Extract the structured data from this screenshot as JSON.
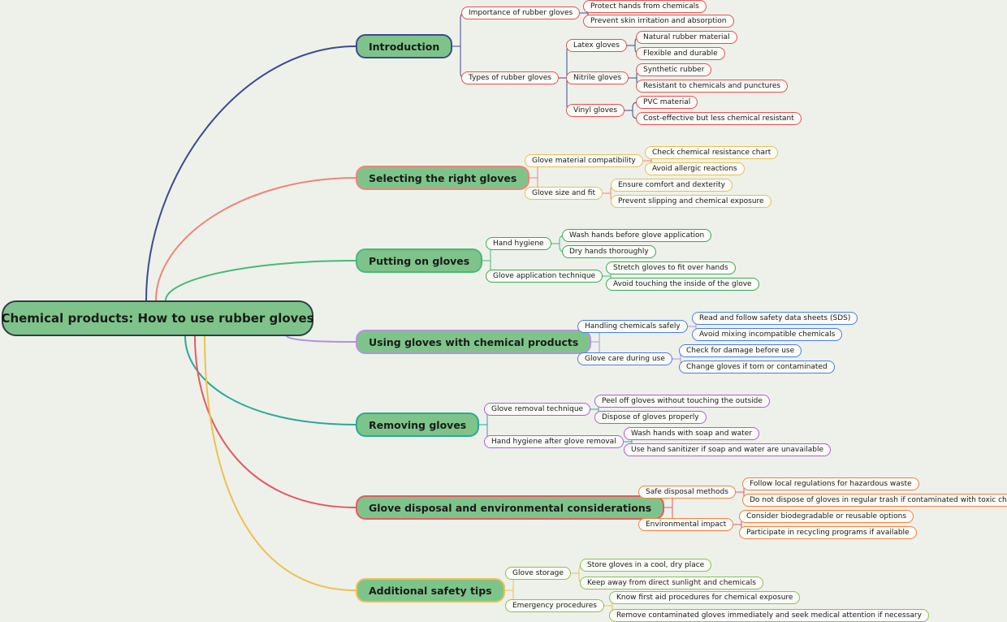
{
  "root": "Chemical products: How to use rubber gloves",
  "colors": {
    "background": "#edf1ea",
    "node_fill": "#7ec48a",
    "root_border": "#2f3d4a"
  },
  "branches": [
    {
      "label": "Introduction",
      "color": "#3d4a8f",
      "children": [
        {
          "label": "Importance of rubber gloves",
          "color": "#e35252",
          "children": [
            {
              "label": "Protect hands from chemicals"
            },
            {
              "label": "Prevent skin irritation and absorption"
            }
          ]
        },
        {
          "label": "Types of rubber gloves",
          "color": "#e35252",
          "children": [
            {
              "label": "Latex gloves",
              "children": [
                {
                  "label": "Natural rubber material"
                },
                {
                  "label": "Flexible and durable"
                }
              ]
            },
            {
              "label": "Nitrile gloves",
              "children": [
                {
                  "label": "Synthetic rubber"
                },
                {
                  "label": "Resistant to chemicals and punctures"
                }
              ]
            },
            {
              "label": "Vinyl gloves",
              "children": [
                {
                  "label": "PVC material"
                },
                {
                  "label": "Cost-effective but less chemical resistant"
                }
              ]
            }
          ]
        }
      ]
    },
    {
      "label": "Selecting the right gloves",
      "color": "#f0857a",
      "children": [
        {
          "label": "Glove material compatibility",
          "color": "#e8c050",
          "children": [
            {
              "label": "Check chemical resistance chart"
            },
            {
              "label": "Avoid allergic reactions"
            }
          ]
        },
        {
          "label": "Glove size and fit",
          "color": "#e8c050",
          "children": [
            {
              "label": "Ensure comfort and dexterity"
            },
            {
              "label": "Prevent slipping and chemical exposure"
            }
          ]
        }
      ]
    },
    {
      "label": "Putting on gloves",
      "color": "#48b878",
      "children": [
        {
          "label": "Hand hygiene",
          "color": "#3aaa55",
          "children": [
            {
              "label": "Wash hands before glove application"
            },
            {
              "label": "Dry hands thoroughly"
            }
          ]
        },
        {
          "label": "Glove application technique",
          "color": "#3aaa55",
          "children": [
            {
              "label": "Stretch gloves to fit over hands"
            },
            {
              "label": "Avoid touching the inside of the glove"
            }
          ]
        }
      ]
    },
    {
      "label": "Using gloves with chemical products",
      "color": "#b592dc",
      "children": [
        {
          "label": "Handling chemicals safely",
          "color": "#4a7fe0",
          "children": [
            {
              "label": "Read and follow safety data sheets (SDS)"
            },
            {
              "label": "Avoid mixing incompatible chemicals"
            }
          ]
        },
        {
          "label": "Glove care during use",
          "color": "#4a7fe0",
          "children": [
            {
              "label": "Check for damage before use"
            },
            {
              "label": "Change gloves if torn or contaminated"
            }
          ]
        }
      ]
    },
    {
      "label": "Removing gloves",
      "color": "#2aa89a",
      "children": [
        {
          "label": "Glove removal technique",
          "color": "#b45ad8",
          "children": [
            {
              "label": "Peel off gloves without touching the outside"
            },
            {
              "label": "Dispose of gloves properly"
            }
          ]
        },
        {
          "label": "Hand hygiene after glove removal",
          "color": "#b45ad8",
          "children": [
            {
              "label": "Wash hands with soap and water"
            },
            {
              "label": "Use hand sanitizer if soap and water are unavailable"
            }
          ]
        }
      ]
    },
    {
      "label": "Glove disposal and environmental considerations",
      "color": "#e35a62",
      "children": [
        {
          "label": "Safe disposal methods",
          "color": "#f08040",
          "children": [
            {
              "label": "Follow local regulations for hazardous waste"
            },
            {
              "label": "Do not dispose of gloves in regular trash if contaminated with toxic chemicals"
            }
          ]
        },
        {
          "label": "Environmental impact",
          "color": "#f08040",
          "children": [
            {
              "label": "Consider biodegradable or reusable options"
            },
            {
              "label": "Participate in recycling programs if available"
            }
          ]
        }
      ]
    },
    {
      "label": "Additional safety tips",
      "color": "#eec050",
      "children": [
        {
          "label": "Glove storage",
          "color": "#8cc050",
          "children": [
            {
              "label": "Store gloves in a cool, dry place"
            },
            {
              "label": "Keep away from direct sunlight and chemicals"
            }
          ]
        },
        {
          "label": "Emergency procedures",
          "color": "#8cc050",
          "children": [
            {
              "label": "Know first aid procedures for chemical exposure"
            },
            {
              "label": "Remove contaminated gloves immediately and seek medical attention if necessary"
            }
          ]
        }
      ]
    }
  ]
}
